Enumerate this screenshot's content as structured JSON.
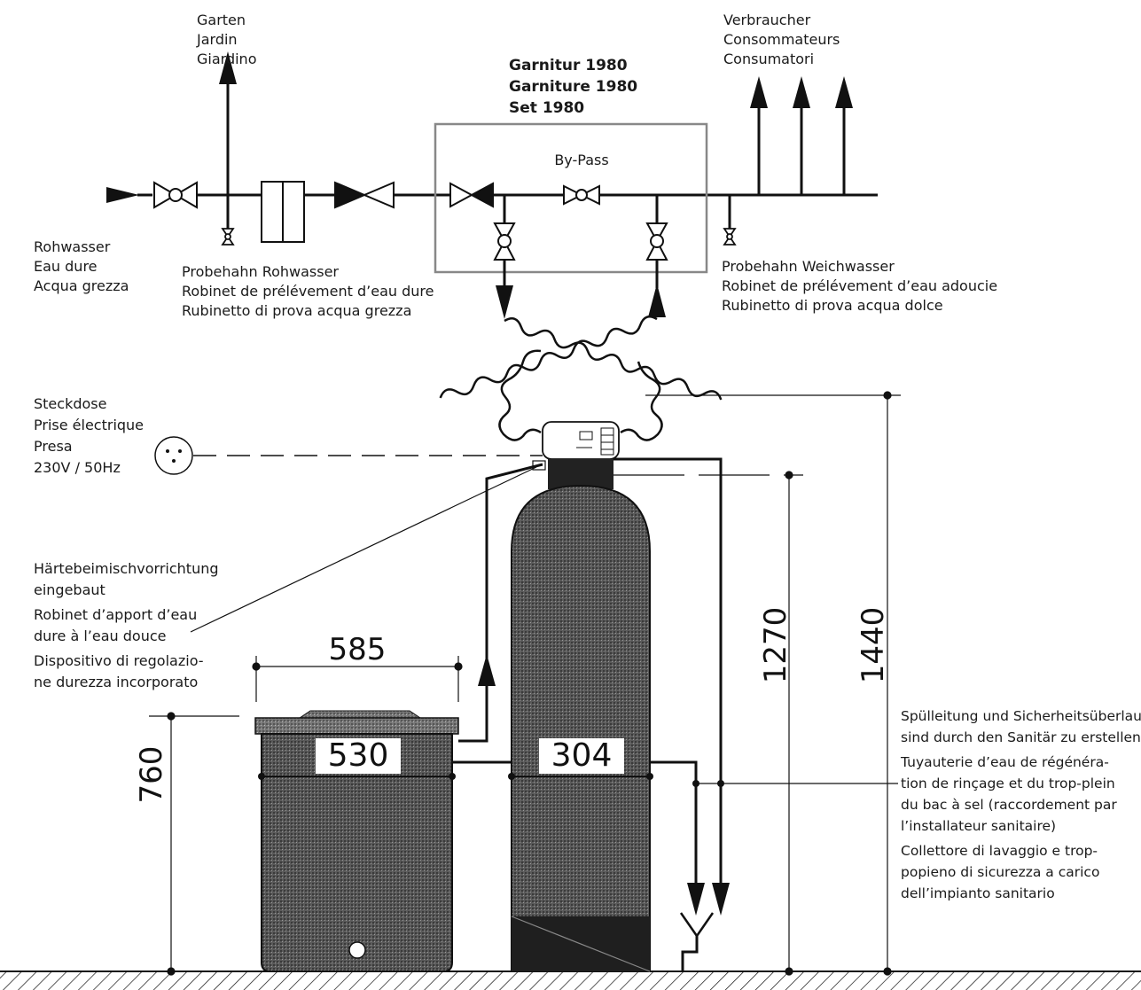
{
  "labels": {
    "garden": [
      "Garten",
      "Jardin",
      "Giardino"
    ],
    "consumers": [
      "Verbraucher",
      "Consommateurs",
      "Consumatori"
    ],
    "set": [
      "Garnitur 1980",
      "Garniture 1980",
      "Set 1980"
    ],
    "bypass": "By-Pass",
    "raw_water": [
      "Rohwasser",
      "Eau dure",
      "Acqua grezza"
    ],
    "sample_raw": [
      "Probehahn Rohwasser",
      "Robinet de prélévement d’eau dure",
      "Rubinetto di prova acqua grezza"
    ],
    "sample_soft": [
      "Probehahn Weichwasser",
      "Robinet de prélévement d’eau adoucie",
      "Rubinetto di prova acqua dolce"
    ],
    "socket": [
      "Steckdose",
      "Prise électrique",
      "Presa",
      "230V / 50Hz"
    ],
    "hardness": [
      "Härtebeimischvorrichtung",
      "eingebaut",
      "Robinet d’apport d’eau",
      "dure à l’eau douce",
      "Dispositivo di regolazio-",
      "ne durezza incorporato"
    ],
    "drain": [
      "Spülleitung und Sicherheitsüberlauf",
      "sind durch den Sanitär zu erstellen",
      "Tuyauterie d’eau de régénéra-",
      "tion de rinçage et du trop-plein",
      "du bac à sel (raccordement par",
      "l’installateur sanitaire)",
      "Collettore di lavaggio e trop-",
      "popieno di sicurezza a carico",
      "dell’impianto sanitario"
    ]
  },
  "dimensions": {
    "brine_width": "585",
    "brine_height": "760",
    "tank_height": "1270",
    "total_height": "1440"
  },
  "tanks": {
    "brine_tank_size": "530",
    "resin_tank_size": "304"
  }
}
